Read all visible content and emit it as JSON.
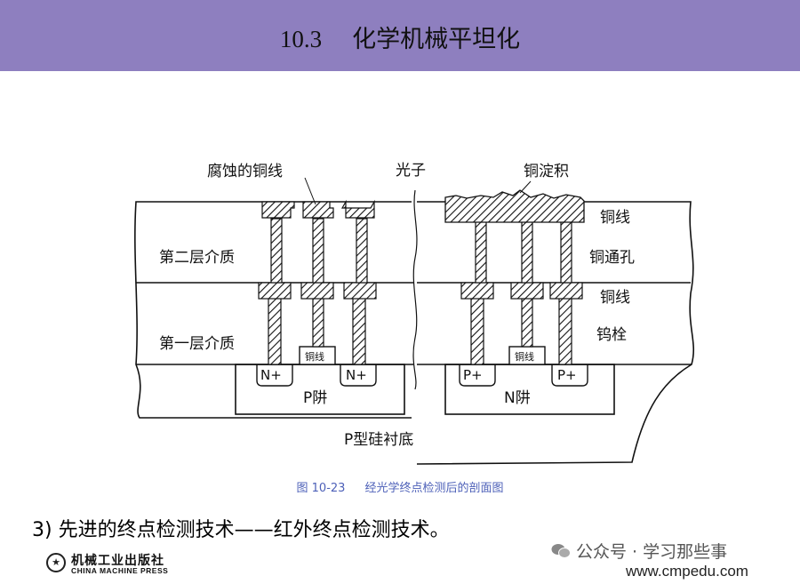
{
  "header": {
    "section_number": "10.3",
    "section_title": "化学机械平坦化"
  },
  "diagram": {
    "labels": {
      "corroded_copper": "腐蚀的铜线",
      "photon": "光子",
      "copper_deposit": "铜淀积",
      "copper_line_top": "铜线",
      "copper_via": "铜通孔",
      "second_dielectric": "第二层介质",
      "copper_line_mid": "铜线",
      "tungsten_plug": "钨栓",
      "first_dielectric": "第一层介质",
      "copper_gate_left": "铜线",
      "copper_gate_right": "铜线",
      "n_plus_left": "N+",
      "n_plus_right": "N+",
      "p_plus_left": "P+",
      "p_plus_right": "P+",
      "p_well": "P阱",
      "n_well": "N阱",
      "substrate": "P型硅衬底"
    }
  },
  "caption": {
    "figure_number": "图 10-23",
    "text": "经光学终点检测后的剖面图"
  },
  "body_text": "3) 先进的终点检测技术——红外终点检测技术。",
  "publisher": {
    "cn": "机械工业出版社",
    "en": "CHINA MACHINE PRESS"
  },
  "watermark": "公众号 · 学习那些事",
  "website": "www.cmpedu.com"
}
